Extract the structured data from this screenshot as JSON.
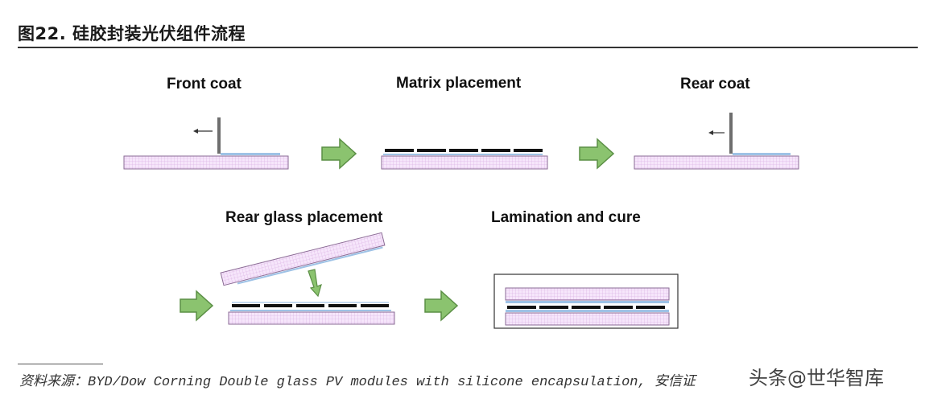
{
  "figure": {
    "title": "图22. 硅胶封装光伏组件流程",
    "source": "资料来源：BYD/Dow Corning Double glass PV modules with silicone encapsulation, 安信证",
    "watermark": "头条@世华智库"
  },
  "steps": [
    {
      "label": "Front coat"
    },
    {
      "label": "Matrix placement"
    },
    {
      "label": "Rear coat"
    },
    {
      "label": "Rear glass placement"
    },
    {
      "label": "Lamination and cure"
    }
  ],
  "colors": {
    "glass_fill": "#f6e6fb",
    "glass_border": "#8a6a94",
    "silicone": "#9ec2e6",
    "cell": "#111111",
    "arrow_fill": "#8bc36f",
    "arrow_stroke": "#5b8f45",
    "squeegee": "#6e6e6e"
  }
}
